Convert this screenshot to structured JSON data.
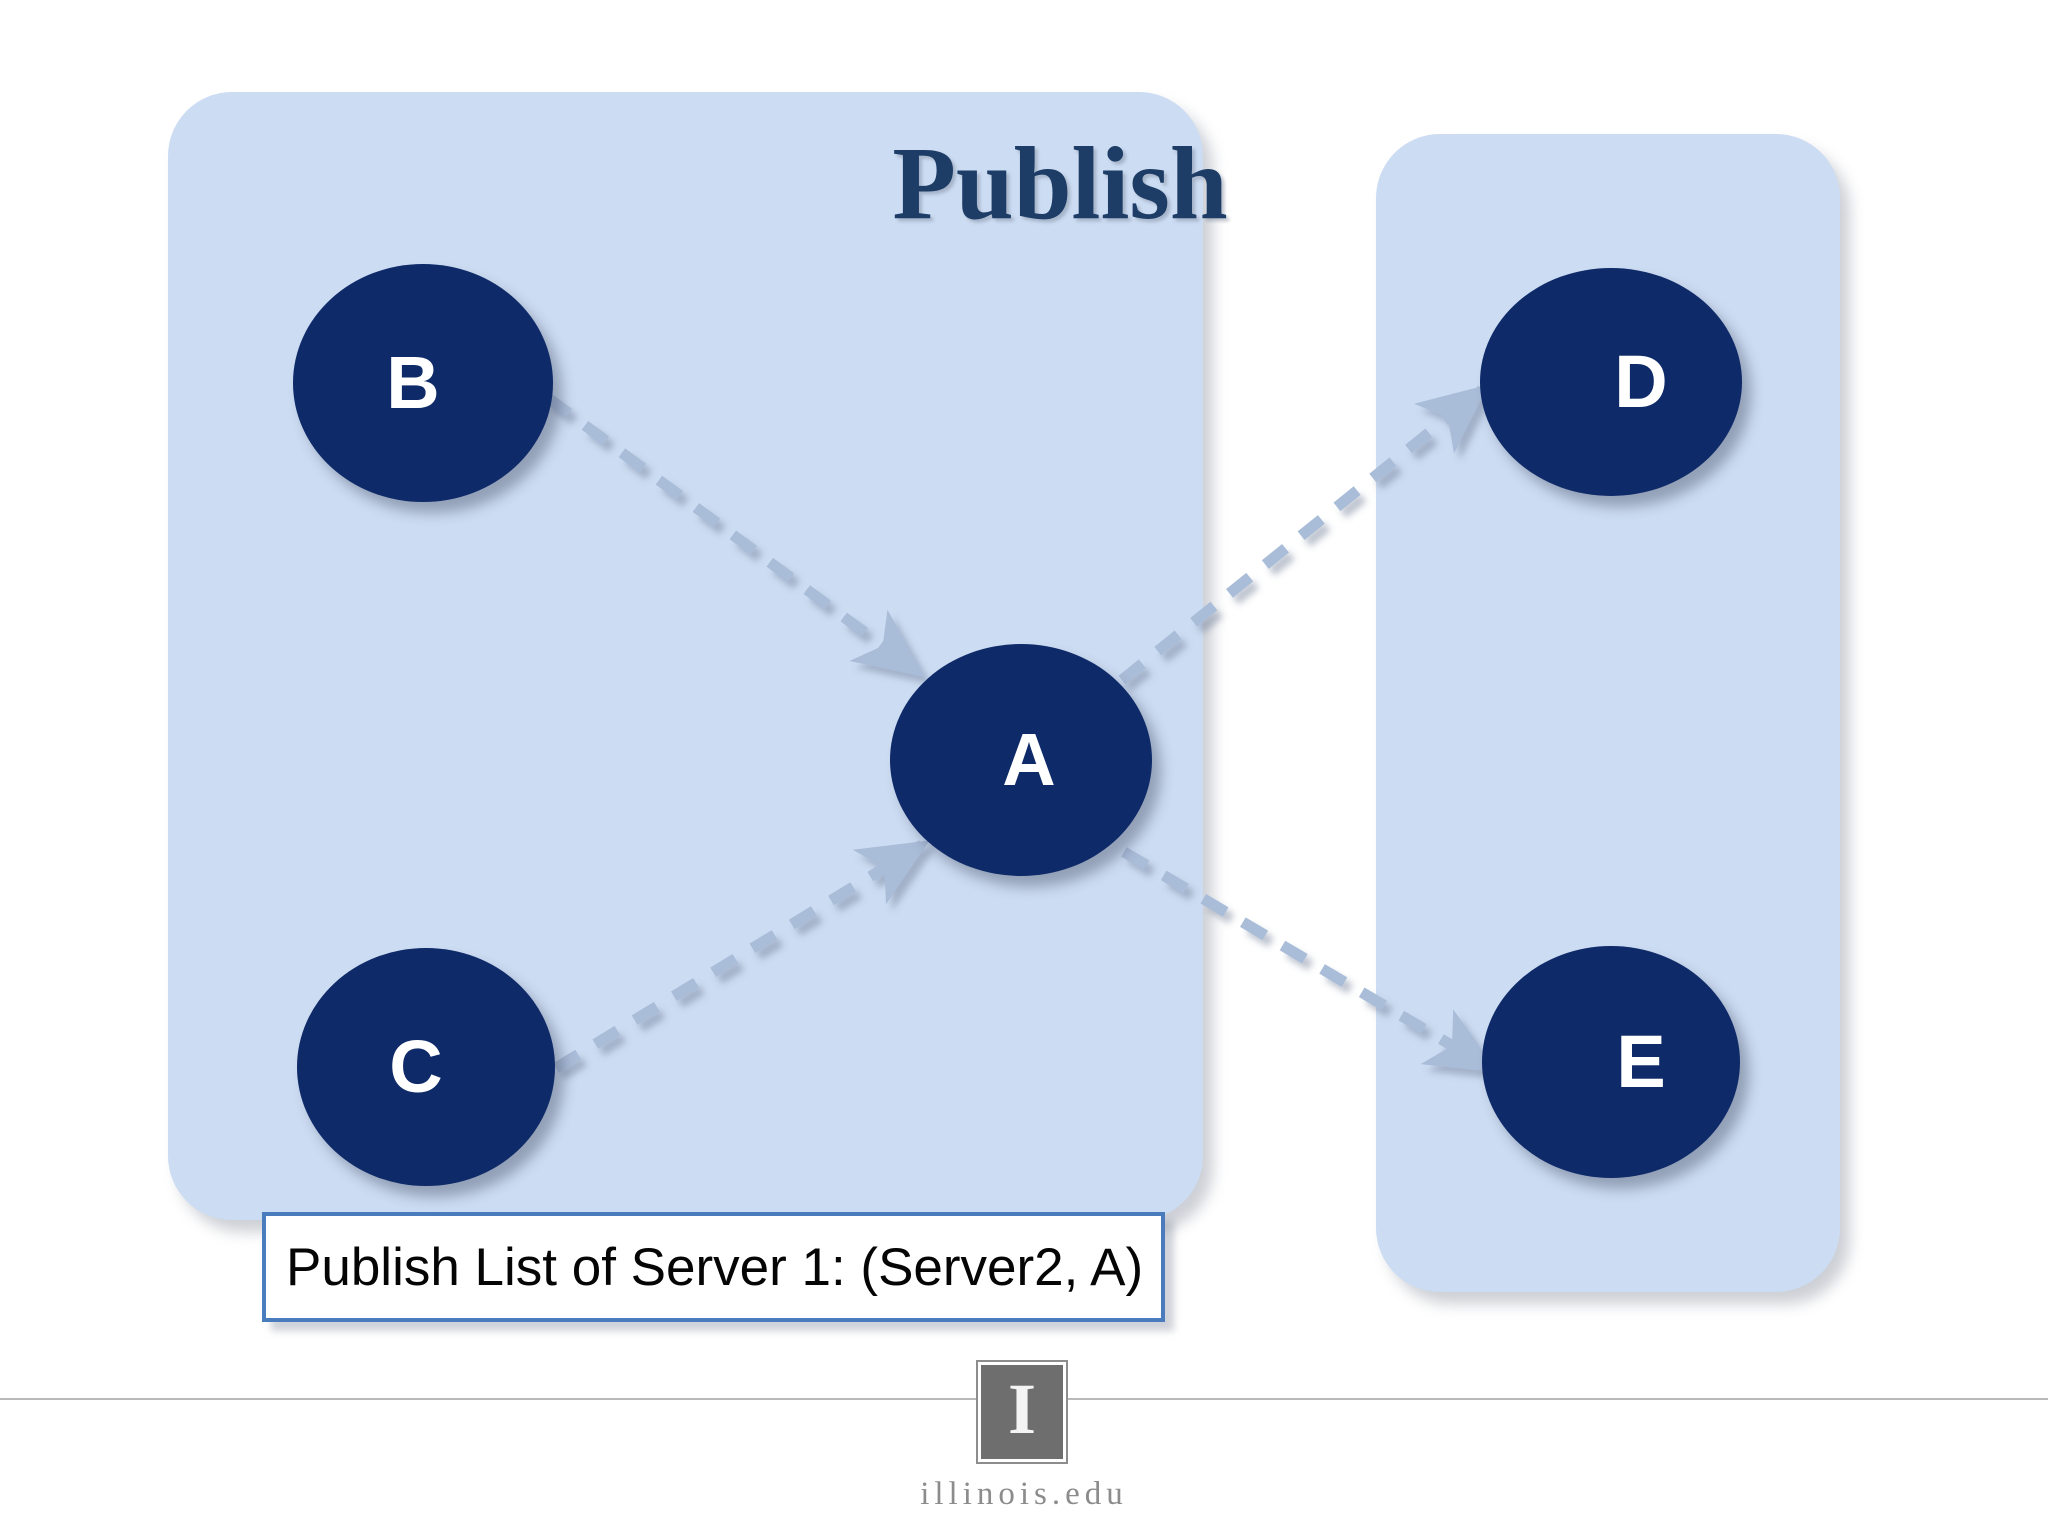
{
  "slide": {
    "title": "Publish",
    "background_color": "#ffffff"
  },
  "colors": {
    "panel": "#ccdcf2",
    "node": "#0e2a68",
    "node_label": "#ffffff",
    "title": "#1d3c66",
    "arrow": "#a9bcd8",
    "caption_border": "#4a7cbd",
    "footer_text": "#8c8c8c"
  },
  "panels": [
    {
      "name": "server-1-group"
    },
    {
      "name": "server-2-group"
    }
  ],
  "nodes": [
    {
      "id": "B",
      "label": "B"
    },
    {
      "id": "C",
      "label": "C"
    },
    {
      "id": "A",
      "label": "A"
    },
    {
      "id": "D",
      "label": "D"
    },
    {
      "id": "E",
      "label": "E"
    }
  ],
  "edges": [
    {
      "from": "B",
      "to": "A",
      "style": "dashed"
    },
    {
      "from": "C",
      "to": "A",
      "style": "dashed"
    },
    {
      "from": "A",
      "to": "D",
      "style": "dashed"
    },
    {
      "from": "A",
      "to": "E",
      "style": "dashed"
    }
  ],
  "caption": {
    "text": "Publish List of Server 1: (Server2, A)"
  },
  "footer": {
    "logo_glyph": "I",
    "text": "illinois.edu"
  }
}
